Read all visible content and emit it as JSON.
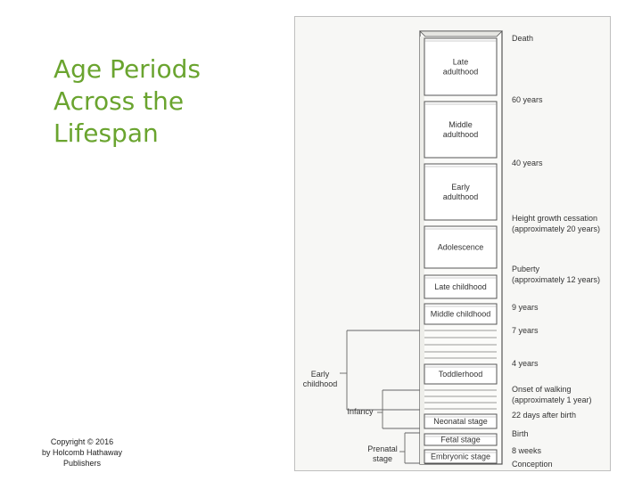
{
  "slide": {
    "title_lines": [
      "Age Periods",
      "Across the",
      "Lifespan"
    ],
    "copyright_lines": [
      "Copyright © 2016",
      "by Holcomb Hathaway",
      "Publishers"
    ]
  },
  "diagram": {
    "stages": [
      {
        "id": "late-adulthood",
        "lines": [
          "Late",
          "adulthood"
        ]
      },
      {
        "id": "middle-adulthood",
        "lines": [
          "Middle",
          "adulthood"
        ]
      },
      {
        "id": "early-adulthood",
        "lines": [
          "Early",
          "adulthood"
        ]
      },
      {
        "id": "adolescence",
        "lines": [
          "Adolescence"
        ]
      },
      {
        "id": "late-childhood",
        "lines": [
          "Late childhood"
        ]
      },
      {
        "id": "middle-childhood",
        "lines": [
          "Middle childhood"
        ]
      },
      {
        "id": "toddlerhood",
        "lines": [
          "Toddlerhood"
        ]
      },
      {
        "id": "neonatal-stage",
        "lines": [
          "Neonatal stage"
        ]
      },
      {
        "id": "fetal-stage",
        "lines": [
          "Fetal stage"
        ]
      },
      {
        "id": "embryonic-stage",
        "lines": [
          "Embryonic stage"
        ]
      }
    ],
    "milestones": [
      {
        "id": "death",
        "lines": [
          "Death"
        ]
      },
      {
        "id": "sixty-years",
        "lines": [
          "60 years"
        ]
      },
      {
        "id": "forty-years",
        "lines": [
          "40 years"
        ]
      },
      {
        "id": "height-growth-cessation",
        "lines": [
          "Height growth cessation",
          "(approximately 20 years)"
        ]
      },
      {
        "id": "puberty",
        "lines": [
          "Puberty",
          "(approximately 12 years)"
        ]
      },
      {
        "id": "nine-years",
        "lines": [
          "9 years"
        ]
      },
      {
        "id": "seven-years",
        "lines": [
          "7 years"
        ]
      },
      {
        "id": "four-years",
        "lines": [
          "4 years"
        ]
      },
      {
        "id": "onset-of-walking",
        "lines": [
          "Onset of walking",
          "(approximately 1 year)"
        ]
      },
      {
        "id": "twenty-two-days",
        "lines": [
          "22 days after birth"
        ]
      },
      {
        "id": "birth",
        "lines": [
          "Birth"
        ]
      },
      {
        "id": "eight-weeks",
        "lines": [
          "8 weeks"
        ]
      },
      {
        "id": "conception",
        "lines": [
          "Conception"
        ]
      }
    ],
    "groups": [
      {
        "id": "early-childhood",
        "lines": [
          "Early",
          "childhood"
        ]
      },
      {
        "id": "infancy",
        "lines": [
          "Infancy"
        ]
      },
      {
        "id": "prenatal",
        "lines": [
          "Prenatal",
          "stage"
        ]
      }
    ]
  }
}
